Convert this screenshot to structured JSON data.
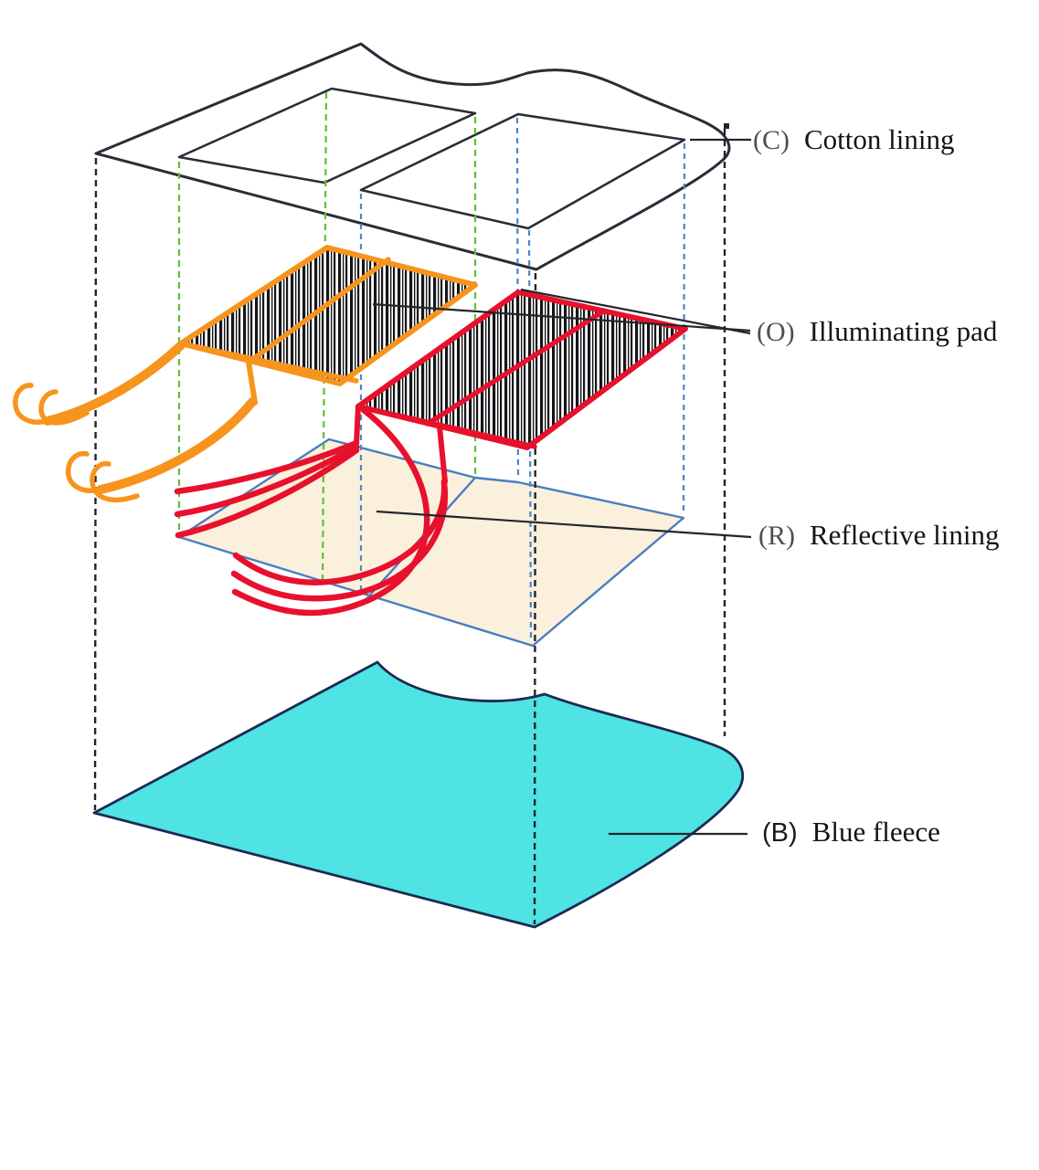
{
  "diagram": {
    "labels": [
      {
        "code": "(C)",
        "name": "Cotton lining"
      },
      {
        "code": "(O)",
        "name": "Illuminating pad"
      },
      {
        "code": "(R)",
        "name": "Reflective lining"
      },
      {
        "code": "(B)",
        "name": "Blue fleece"
      }
    ],
    "colors": {
      "cotton_outline": "#2a2d38",
      "pad_left": "#F7941D",
      "pad_right": "#E8112D",
      "hatch_ink": "#16161a",
      "reflective_fill": "#FAF0DC",
      "reflective_border": "#4A7EC0",
      "fleece_fill": "#4FE3E3",
      "fleece_border": "#1b2a52",
      "projection_green": "#5BC234",
      "projection_blue": "#4A86C8",
      "projection_black": "#20242c",
      "leader_ink": "#23262b"
    }
  }
}
